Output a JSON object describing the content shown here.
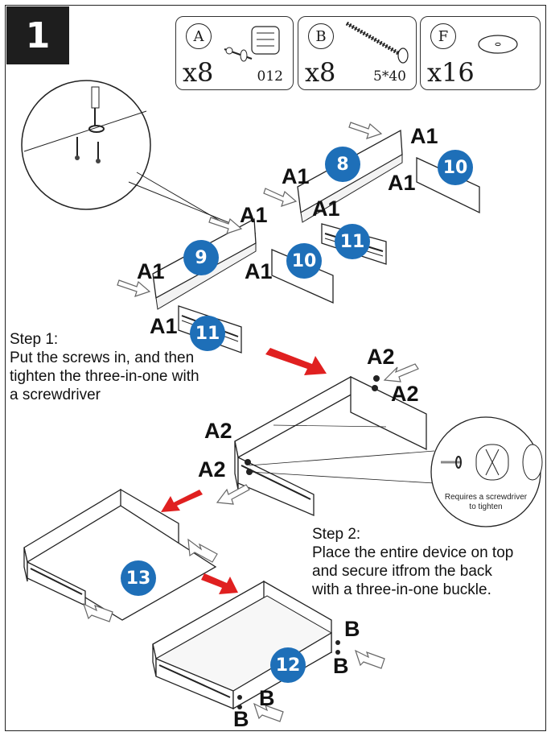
{
  "step_number": "1",
  "parts": [
    {
      "letter": "A",
      "quantity": "x8",
      "size": "012",
      "icon": "cam-lock-fitting-icon"
    },
    {
      "letter": "B",
      "quantity": "x8",
      "size": "5*40",
      "icon": "screw-icon"
    },
    {
      "letter": "F",
      "quantity": "x16",
      "size": "",
      "icon": "washer-disc-icon"
    }
  ],
  "panel_labels": {
    "p8": "8",
    "p9": "9",
    "p10a": "10",
    "p10b": "10",
    "p11a": "11",
    "p11b": "11",
    "p12": "12",
    "p13": "13"
  },
  "hardware_labels": {
    "a1_1": "A1",
    "a1_2": "A1",
    "a1_3": "A1",
    "a1_4": "A1",
    "a1_5": "A1",
    "a1_6": "A1",
    "a1_7": "A1",
    "a2_1": "A2",
    "a2_2": "A2",
    "a2_3": "A2",
    "a2_4": "A2",
    "b_1": "B",
    "b_2": "B",
    "b_3": "B",
    "b_4": "B"
  },
  "step1": {
    "title": "Step 1:",
    "line1": "Put the screws in, and then",
    "line2": "tighten the three-in-one with",
    "line3": "a screwdriver"
  },
  "step2": {
    "title": "Step 2:",
    "line1": "Place the entire device on top",
    "line2": "and secure itfrom the back",
    "line3": "with a three-in-one buckle."
  },
  "callout": {
    "line1": "Requires a screwdriver",
    "line2": "to tighten"
  },
  "colors": {
    "badge": "#1e6fb8",
    "arrow": "#e02020",
    "dark": "#1e1e1e"
  }
}
